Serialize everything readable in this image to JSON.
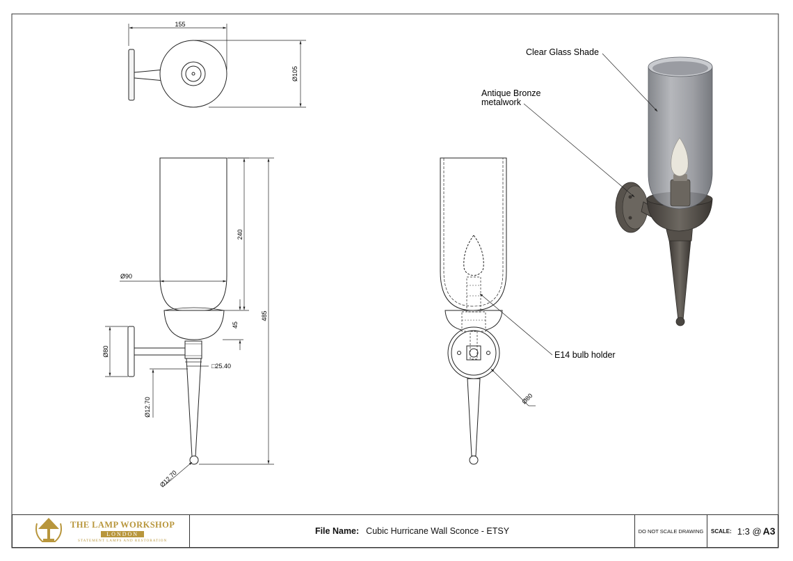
{
  "dimensions": {
    "top_width": "155",
    "top_diameter": "Ø105",
    "shade_height": "240",
    "total_height": "485",
    "shade_diameter": "Ø90",
    "cup_height": "45",
    "backplate_diameter": "Ø80",
    "square_block": "□25.40",
    "stem_diameter": "Ø12.70",
    "finial_diameter": "Ø12.70",
    "front_backplate_diameter": "Ø80"
  },
  "callouts": {
    "glass_shade": "Clear Glass Shade",
    "metal_line1": "Antique Bronze",
    "metal_line2": "metalwork",
    "bulb_holder": "E14 bulb holder"
  },
  "title_block": {
    "brand": "THE LAMP WORKSHOP",
    "city": "LONDON",
    "tagline": "STATEMENT LAMPS AND RESTORATION",
    "file_label": "File Name:",
    "file_name": "Cubic Hurricane Wall Sconce - ETSY",
    "note": "DO NOT SCALE DRAWING",
    "scale_label": "SCALE:",
    "scale_value": "1:3 @",
    "sheet_size": "A3"
  },
  "colors": {
    "line": "#222222",
    "bronze": "#5a5550",
    "glass": "#8a8c92",
    "gold": "#b8963c"
  }
}
